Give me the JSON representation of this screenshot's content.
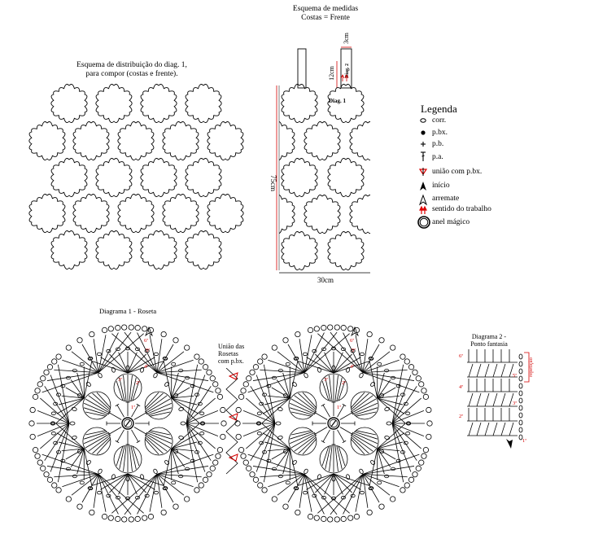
{
  "measure": {
    "title_line1": "Esquema de medidas",
    "title_line2": "Costas = Frente",
    "dim_height": "75cm",
    "dim_width": "30cm",
    "dim_strap_len": "12cm",
    "dim_strap_wid": "3cm",
    "diag1_label": "Diag. 1",
    "diag2_label": "Diag. 2"
  },
  "distribution": {
    "title_line1": "Esquema de distribuição do diag. 1,",
    "title_line2": "para compor (costas e frente)."
  },
  "legend": {
    "title": "Legenda",
    "items": [
      {
        "symbol": "circle-outline-icon",
        "label": "corr."
      },
      {
        "symbol": "dot-icon",
        "label": "p.bx."
      },
      {
        "symbol": "plus-icon",
        "label": "p.b."
      },
      {
        "symbol": "tall-t-icon",
        "label": "p.a."
      },
      {
        "symbol": "join-icon",
        "label": "união com p.bx."
      },
      {
        "symbol": "start-arrow-icon",
        "label": "início"
      },
      {
        "symbol": "finish-arrow-icon",
        "label": "arremate"
      },
      {
        "symbol": "direction-arrows-icon",
        "label": "sentido do trabalho"
      },
      {
        "symbol": "magic-ring-icon",
        "label": "anel mágico"
      }
    ]
  },
  "diagram1": {
    "title": "Diagrama 1 - Roseta",
    "join_label_line1": "União das",
    "join_label_line2": "Rosetas",
    "join_label_line3": "com p.bx.",
    "rounds": [
      "1ª",
      "2ª",
      "3ª",
      "4ª",
      "5ª",
      "6ª"
    ]
  },
  "diagram2": {
    "title_line1": "Diagrama 2 -",
    "title_line2": "Ponto fantasia",
    "repeat_label": "repetição",
    "rows": [
      "1ª",
      "2ª",
      "3ª",
      "4ª",
      "5ª",
      "6ª"
    ]
  },
  "colors": {
    "ink": "#000000",
    "accent": "#d40000"
  }
}
